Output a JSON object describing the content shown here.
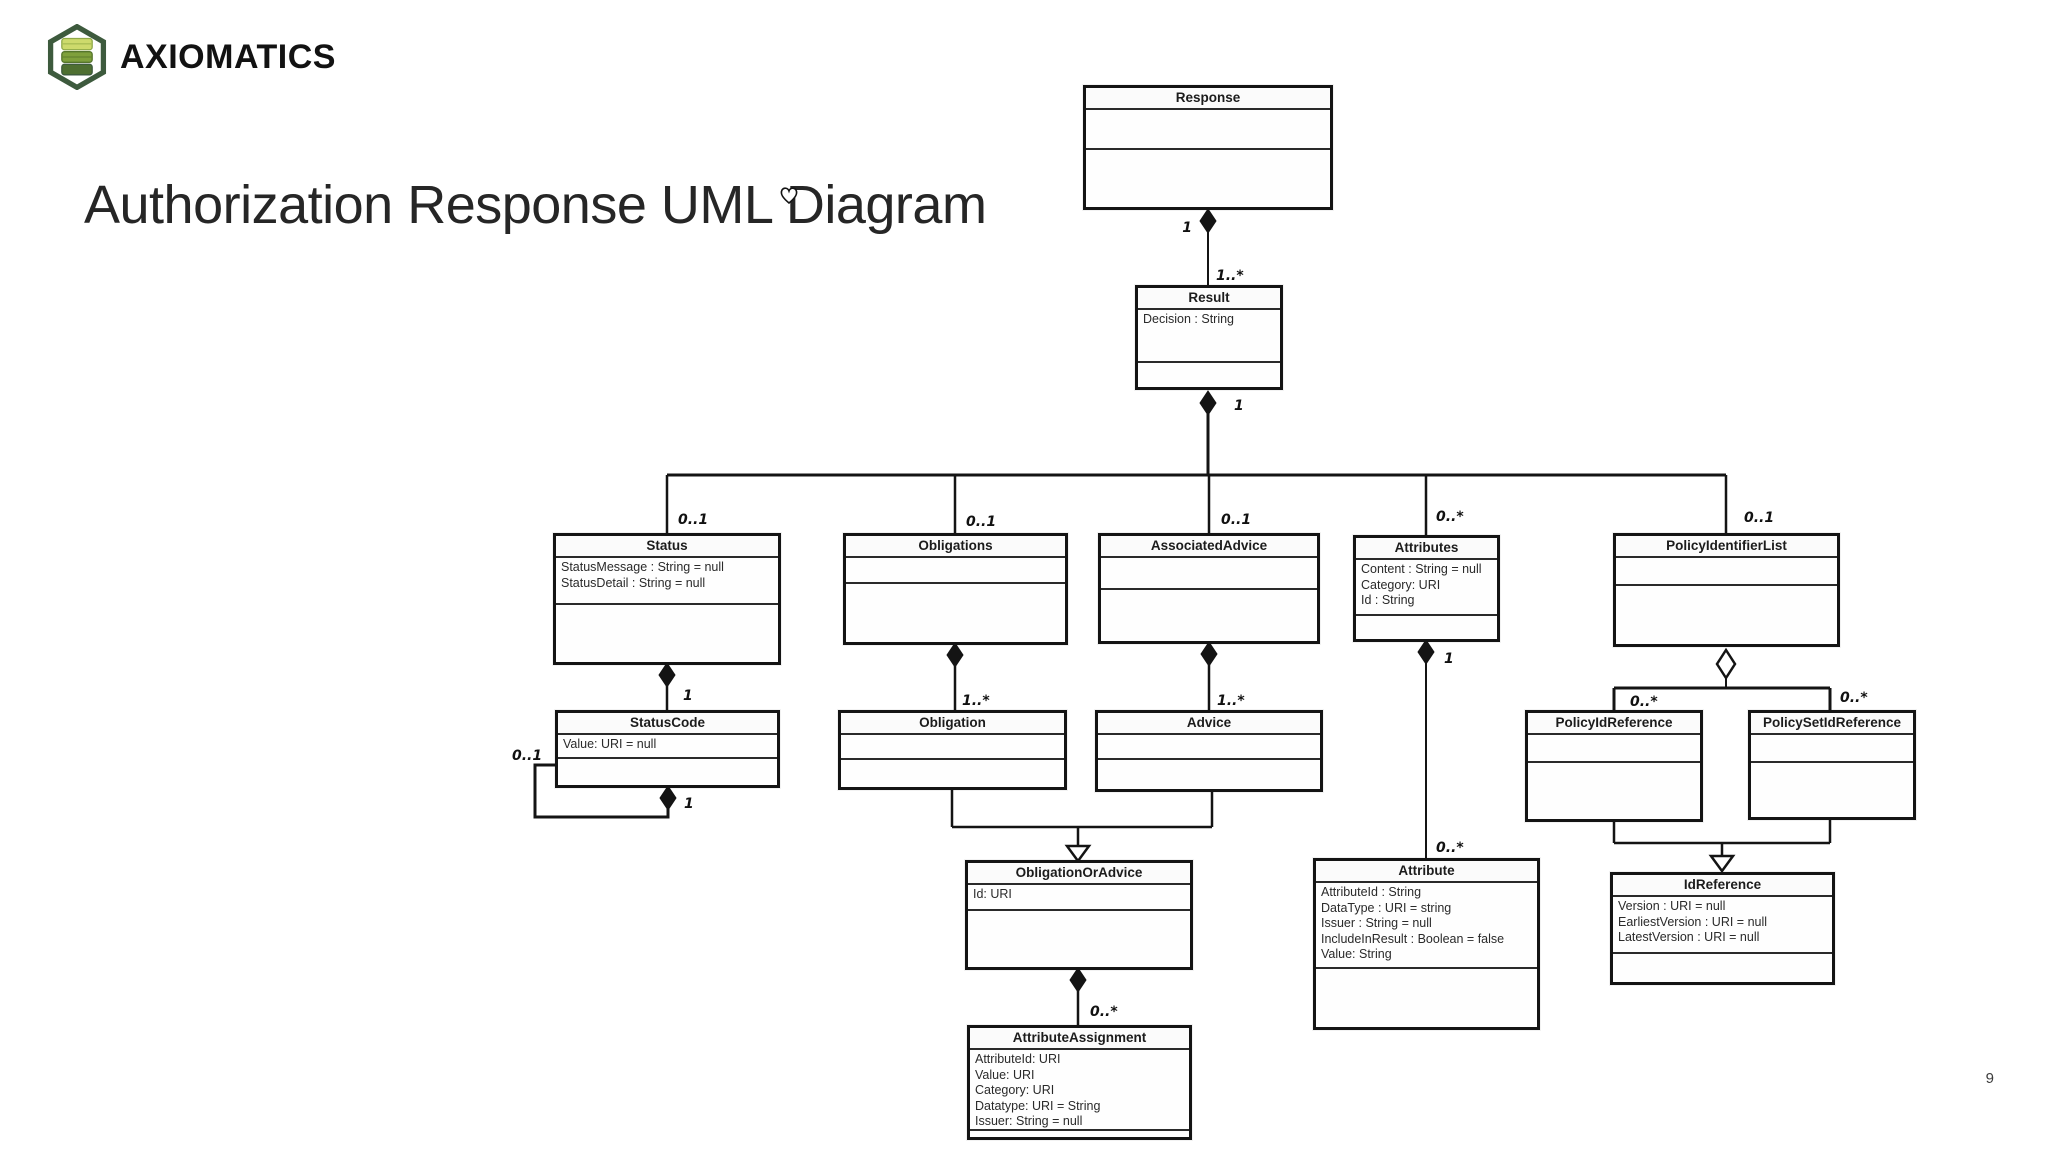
{
  "slide": {
    "title": "Authorization Response UML Diagram",
    "logo_text": "AXIOMATICS",
    "page_number": "9"
  },
  "colors": {
    "brand_green_dark": "#3d5a3d",
    "brand_green_mid": "#7fa03c",
    "brand_green_light": "#cdda6c",
    "ink": "#141414",
    "background": "#ffffff"
  },
  "diagram": {
    "classes": {
      "response": {
        "name": "Response",
        "attrs": []
      },
      "result": {
        "name": "Result",
        "attrs": [
          "Decision : String"
        ]
      },
      "status": {
        "name": "Status",
        "attrs": [
          "StatusMessage : String = null",
          "StatusDetail : String = null"
        ]
      },
      "statuscode": {
        "name": "StatusCode",
        "attrs": [
          "Value: URI = null"
        ]
      },
      "obligations": {
        "name": "Obligations",
        "attrs": []
      },
      "associatedadvice": {
        "name": "AssociatedAdvice",
        "attrs": []
      },
      "attributes": {
        "name": "Attributes",
        "attrs": [
          "Content : String = null",
          "Category: URI",
          "Id : String"
        ]
      },
      "policyidentifierlist": {
        "name": "PolicyIdentifierList",
        "attrs": []
      },
      "obligation": {
        "name": "Obligation",
        "attrs": []
      },
      "advice": {
        "name": "Advice",
        "attrs": []
      },
      "obligationoradvice": {
        "name": "ObligationOrAdvice",
        "attrs": [
          "Id: URI"
        ]
      },
      "attribute": {
        "name": "Attribute",
        "attrs": [
          "AttributeId : String",
          "DataType : URI = string",
          "Issuer : String = null",
          "IncludeInResult : Boolean = false",
          "Value: String"
        ]
      },
      "attributeassignment": {
        "name": "AttributeAssignment",
        "attrs": [
          "AttributeId: URI",
          "Value: URI",
          "Category: URI",
          "Datatype: URI = String",
          "Issuer: String = null"
        ]
      },
      "policyidreference": {
        "name": "PolicyIdReference",
        "attrs": []
      },
      "policysetidreference": {
        "name": "PolicySetIdReference",
        "attrs": []
      },
      "idreference": {
        "name": "IdReference",
        "attrs": [
          "Version : URI = null",
          "EarliestVersion : URI = null",
          "LatestVersion : URI = null"
        ]
      }
    },
    "multiplicities": {
      "resp_result_parent": "1",
      "resp_result_child": "1..*",
      "result_parent": "1",
      "status": "0..1",
      "obligations": "0..1",
      "associated_advice": "0..1",
      "attributes": "0..*",
      "policy_identifier_list": "0..1",
      "status_statuscode_parent": "1",
      "statuscode_self_parent": "1",
      "statuscode_self_child": "0..1",
      "obligation_child": "1..*",
      "advice_child": "1..*",
      "attributes_attribute_parent": "1",
      "attribute_child": "0..*",
      "ooa_attrassign_child": "0..*",
      "policy_id_reference": "0..*",
      "policy_set_id_reference": "0..*"
    }
  }
}
